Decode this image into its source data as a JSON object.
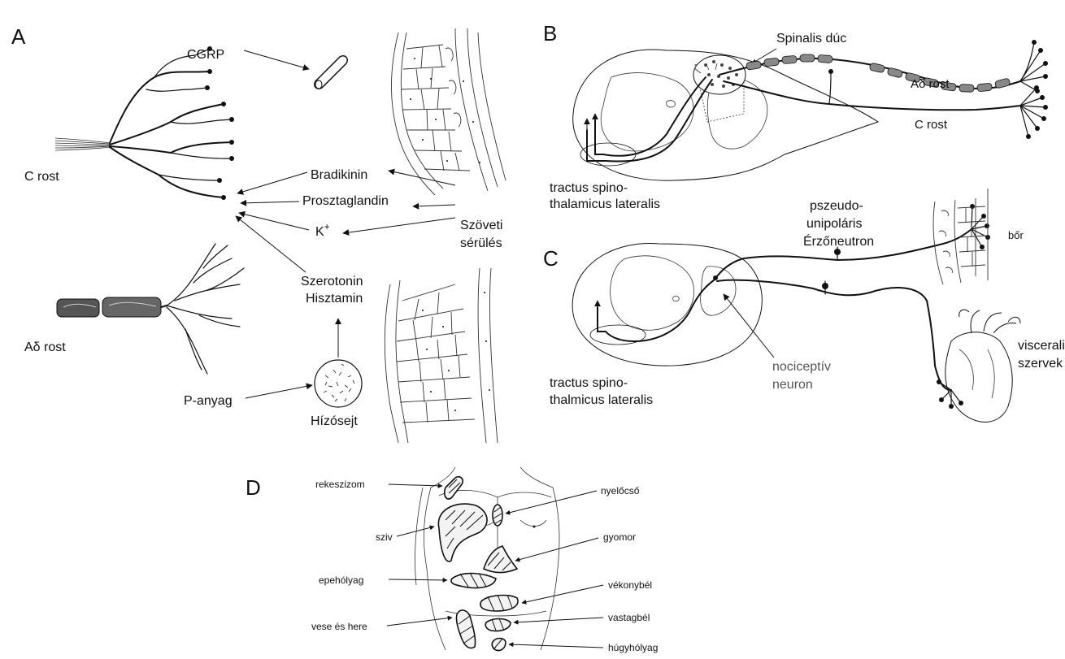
{
  "panels": {
    "a": {
      "letter": "A",
      "c_fiber": "C rost",
      "a_delta_fiber": "Aδ rost",
      "cgrp": "CGRP",
      "bradykinin": "Bradikinin",
      "prostaglandin": "Prosztaglandin",
      "potassium": "K",
      "potassium_sup": "+",
      "serotonin": "Szerotonin",
      "histamine": "Hisztamin",
      "mast_cell": "Hízósejt",
      "substance_p": "P-anyag",
      "tissue_injury_1": "Szöveti",
      "tissue_injury_2": "sérülés"
    },
    "b": {
      "letter": "B",
      "ganglion": "Spinalis dúc",
      "a_delta_fiber": "Aδ rost",
      "c_fiber": "C rost",
      "tract_1": "tractus spino-",
      "tract_2": "thalamicus lateralis"
    },
    "c": {
      "letter": "C",
      "pseudo_1": "pszeudo-",
      "pseudo_2": "unipoláris",
      "pseudo_3": "Érzőneutron",
      "skin": "bőr",
      "visceral_1": "visceralis",
      "visceral_2": "szervek",
      "nociceptive_1": "nociceptív",
      "nociceptive_2": "neuron",
      "tract_1": "tractus spino-",
      "tract_2": "thalmicus lateralis"
    },
    "d": {
      "letter": "D",
      "diaphragm": "rekeszizom",
      "heart": "sziv",
      "gallbladder": "epehólyag",
      "kidney_testis": "vese és here",
      "esophagus": "nyelőcső",
      "stomach": "gyomor",
      "small_intestine": "vékonybél",
      "large_intestine": "vastagbél",
      "bladder": "húgyhólyag"
    }
  },
  "colors": {
    "line": "#111111",
    "background": "#ffffff",
    "grey_label": "#555555"
  }
}
